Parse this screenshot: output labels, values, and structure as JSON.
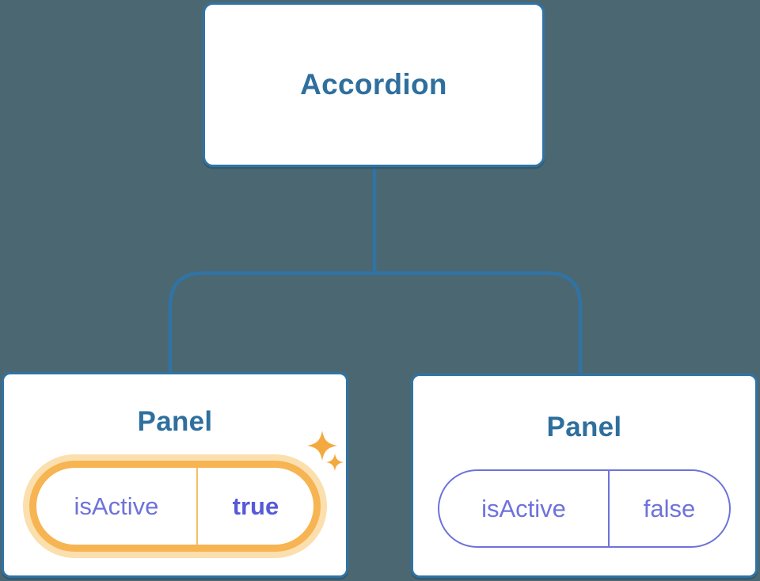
{
  "figure": {
    "type": "component-tree-diagram",
    "background_color": "#4B6872",
    "line_color": "#3073A5",
    "node_fill": "#FFFFFF",
    "title_color": "#2E6F9D",
    "state_text_color": "#6E72DB",
    "state_value_active_color": "#5659D8",
    "active_highlight_color": "#F7B452",
    "active_halo_color": "#FBDFAE",
    "sparkle_color": "#F4A93F"
  },
  "root": {
    "label": "Accordion"
  },
  "panels": [
    {
      "label": "Panel",
      "prop": "isActive",
      "value": "true",
      "active": true
    },
    {
      "label": "Panel",
      "prop": "isActive",
      "value": "false",
      "active": false
    }
  ],
  "icons": [
    {
      "name": "sparkle-large-icon",
      "meaning": "state just changed / active highlight"
    },
    {
      "name": "sparkle-small-icon",
      "meaning": "state just changed / active highlight"
    }
  ]
}
